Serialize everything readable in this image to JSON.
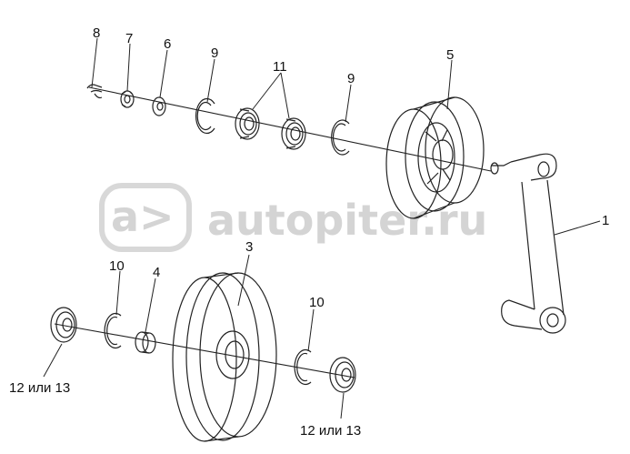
{
  "watermark": {
    "text": "autopiter.ru",
    "logo_glyph": "a>",
    "color": "#d4d4d4"
  },
  "labels": {
    "l1": "1",
    "l3": "3",
    "l4": "4",
    "l5": "5",
    "l6": "6",
    "l7": "7",
    "l8": "8",
    "l9a": "9",
    "l9b": "9",
    "l10a": "10",
    "l10b": "10",
    "l11": "11",
    "l12a": "12 или 13",
    "l12b": "12 или 13"
  }
}
